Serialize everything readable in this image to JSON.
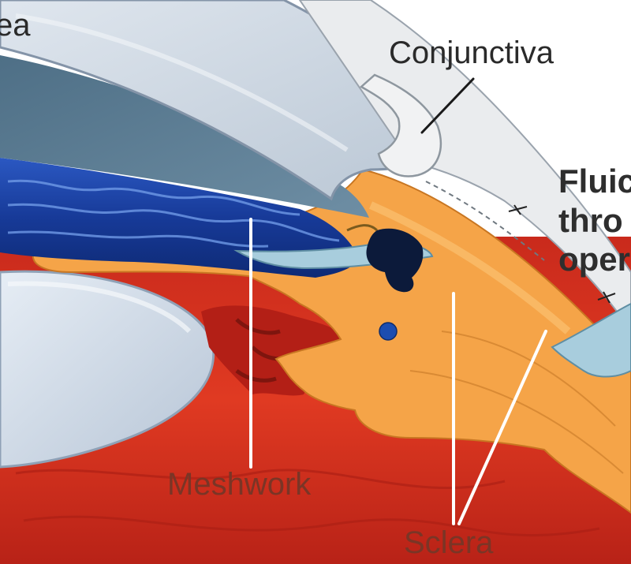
{
  "labels": {
    "cornea": "ea",
    "conjunctiva": "Conjunctiva",
    "meshwork": "Meshwork",
    "sclera": "Sclera",
    "fluid": [
      "Fluic",
      "thro",
      "oper"
    ]
  },
  "colors": {
    "iris": "#1f45a8",
    "sclera": "#f6a64a",
    "ciliary_body": "#d63323",
    "cornea": "#c9d3df",
    "lens": "#d8e2ed",
    "anterior_chamber": "#58778c",
    "conjunctiva": "#eceeef",
    "drainage_channel": "#a9ccdc"
  }
}
